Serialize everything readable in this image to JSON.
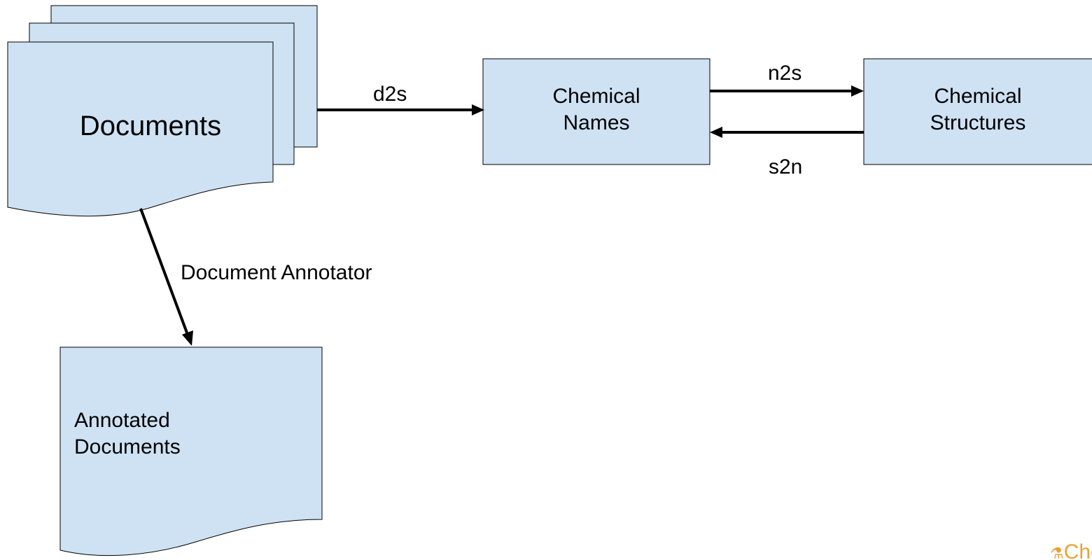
{
  "nodes": {
    "documents": {
      "label": "Documents"
    },
    "chemical_names": {
      "line1": "Chemical",
      "line2": "Names"
    },
    "chemical_structures": {
      "line1": "Chemical",
      "line2": "Structures"
    },
    "annotated_documents": {
      "line1": "Annotated",
      "line2": "Documents"
    }
  },
  "edges": {
    "d2s": {
      "label": "d2s",
      "from": "Documents",
      "to": "Chemical Names"
    },
    "n2s": {
      "label": "n2s",
      "from": "Chemical Names",
      "to": "Chemical Structures"
    },
    "s2n": {
      "label": "s2n",
      "from": "Chemical Structures",
      "to": "Chemical Names"
    },
    "annotator": {
      "label": "Document Annotator",
      "from": "Documents",
      "to": "Annotated Documents"
    }
  },
  "logo": {
    "text": "ChemA",
    "icon": "flask-icon"
  },
  "colors": {
    "node_fill": "#cfe2f3",
    "stroke": "#000000",
    "logo": "#e8a23a"
  }
}
